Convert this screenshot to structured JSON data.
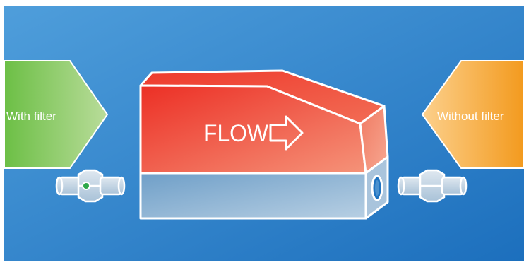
{
  "labels": {
    "left": "With filter",
    "right": "Without filter",
    "body": "FLOW"
  },
  "colors": {
    "background_light": "#4a9ad9",
    "background_dark": "#1f73c0",
    "left_arrow_start": "#6cc04a",
    "left_arrow_end": "#b4da94",
    "right_arrow_start": "#fbc77a",
    "right_arrow_end": "#f39a1e",
    "device_red": "#ec3a2e",
    "device_red_light": "#f58a72",
    "device_base": "#8fb6d6",
    "filter_indicator": "#2ea84a",
    "outline": "#ffffff"
  }
}
